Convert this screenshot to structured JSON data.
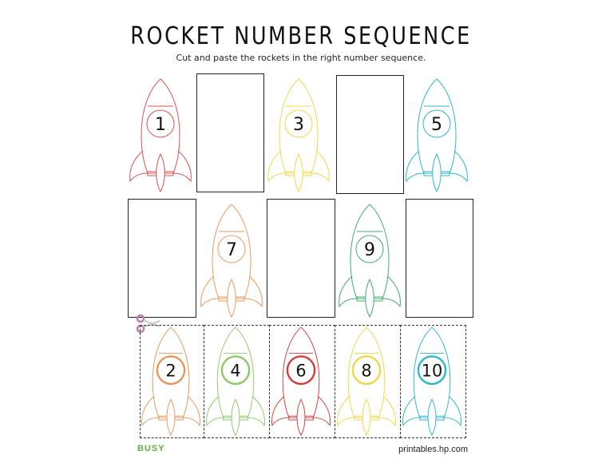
{
  "title": "ROCKET NUMBER SEQUENCE",
  "subtitle": "Cut and paste the rockets in the right number sequence.",
  "board": [
    {
      "number": "1",
      "color": "#d9534f"
    },
    {
      "number": "3",
      "color": "#f0d84a"
    },
    {
      "number": "5",
      "color": "#2bb8c8"
    },
    {
      "number": "7",
      "color": "#ef9a5a"
    },
    {
      "number": "9",
      "color": "#3fae6a"
    }
  ],
  "cutouts": [
    {
      "number": "2",
      "color": "#e89558"
    },
    {
      "number": "4",
      "color": "#8cc866"
    },
    {
      "number": "6",
      "color": "#d83a3a"
    },
    {
      "number": "8",
      "color": "#f2d742"
    },
    {
      "number": "10",
      "color": "#29b6cf"
    }
  ],
  "footer": {
    "logo": "BUSY",
    "url": "printables.hp.com"
  },
  "icons": {
    "cut": "scissors-icon"
  }
}
